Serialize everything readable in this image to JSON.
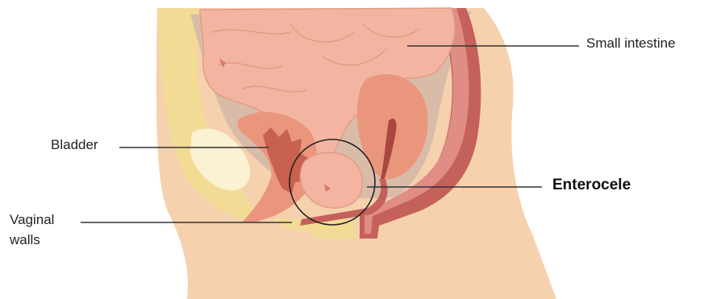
{
  "labels": {
    "small_intestine": "Small intestine",
    "bladder": "Bladder",
    "enterocele": "Enterocele",
    "vaginal_walls_line1": "Vaginal",
    "vaginal_walls_line2": "walls"
  },
  "colors": {
    "skin": "#f6d1ad",
    "fat": "#f2dc95",
    "bone_highlight": "#fbf2d3",
    "intestine": "#f3b5a2",
    "intestine_outline": "#e39b86",
    "mesentery": "#d9bca8",
    "uterus": "#e9967d",
    "bladder_inner": "#c96150",
    "rectum_dark": "#c4615a",
    "rectum_light": "#e08d86",
    "leader_line": "#333333",
    "text": "#222222"
  }
}
